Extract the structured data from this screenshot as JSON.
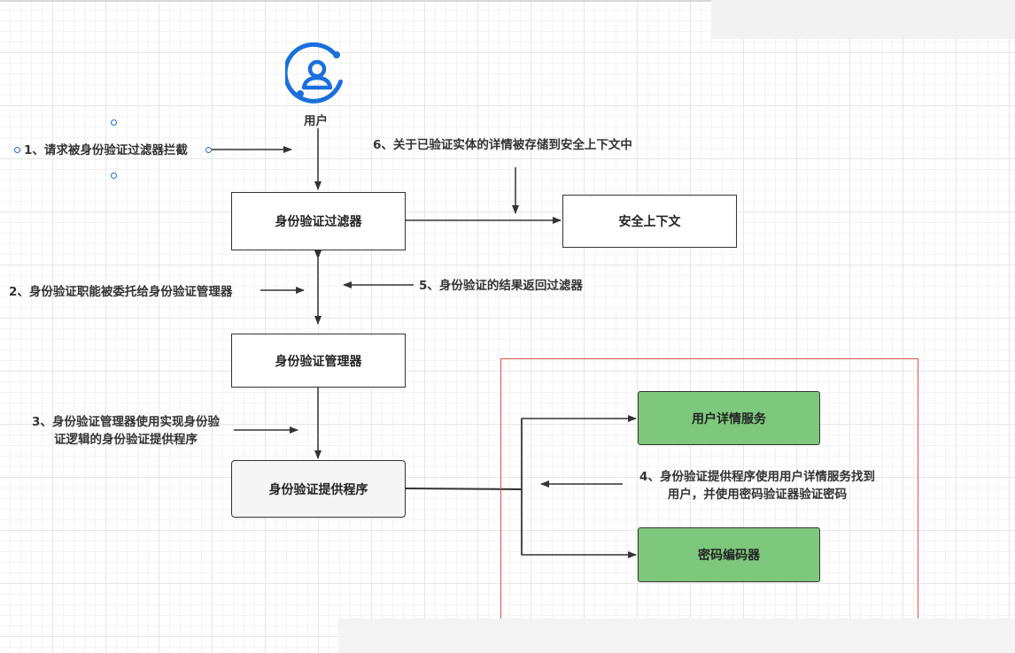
{
  "nodes": {
    "user": "用户",
    "auth_filter": "身份验证过滤器",
    "security_context": "安全上下文",
    "auth_manager": "身份验证管理器",
    "auth_provider": "身份验证提供程序",
    "user_details_service": "用户详情服务",
    "password_encoder": "密码编码器"
  },
  "steps": {
    "step1": "1、请求被身份验证过滤器拦截",
    "step2": "2、身份验证职能被委托给身份验证管理器",
    "step3_line1": "3、身份验证管理器使用实现身份验",
    "step3_line2": "证逻辑的身份验证提供程序",
    "step4_line1": "4、身份验证提供程序使用用户详情服务找到",
    "step4_line2": "用户，并使用密码验证器验证密码",
    "step5": "5、身份验证的结果返回过滤器",
    "step6": "6、关于已验证实体的详情被存储到安全上下文中"
  },
  "colors": {
    "icon_blue": "#1a6fdc",
    "green_fill": "#7ec87e",
    "region_border": "#d9534f"
  }
}
